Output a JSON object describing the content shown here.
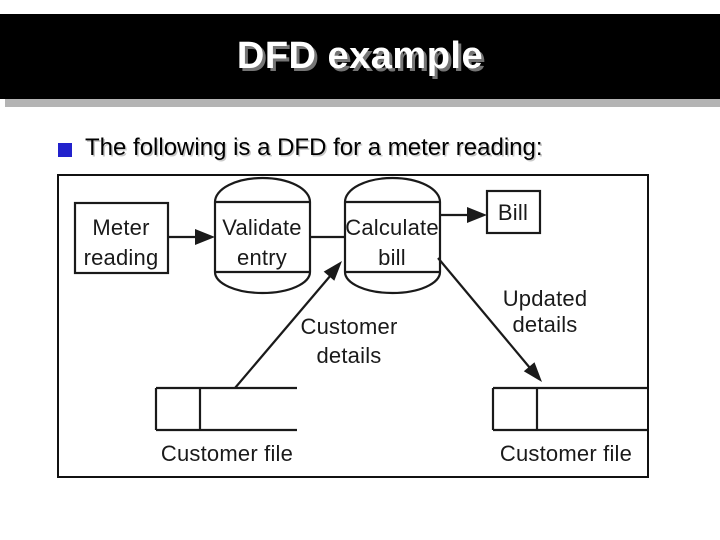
{
  "slide": {
    "title": "DFD example",
    "bullet_text": "The following is a DFD for a meter reading:"
  },
  "colors": {
    "title_bar_bg": "#000000",
    "title_text": "#ffffff",
    "title_text_shadow": "#757575",
    "title_bar_shadow": "#b4b4b4",
    "bullet_square": "#2222cc",
    "diagram_ink": "#1a1a1a",
    "background": "#ffffff"
  },
  "diagram": {
    "meter_reading": {
      "lines": [
        "Meter",
        "reading"
      ]
    },
    "validate_entry": {
      "lines": [
        "Validate",
        "entry"
      ]
    },
    "calculate_bill": {
      "lines": [
        "Calculate",
        "bill"
      ]
    },
    "bill": {
      "label": "Bill"
    },
    "customer_details": {
      "lines": [
        "Customer",
        "details"
      ]
    },
    "updated_details": {
      "lines": [
        "Updated",
        "details"
      ]
    },
    "customer_file_left": {
      "label": "Customer file"
    },
    "customer_file_right": {
      "label": "Customer file"
    }
  }
}
